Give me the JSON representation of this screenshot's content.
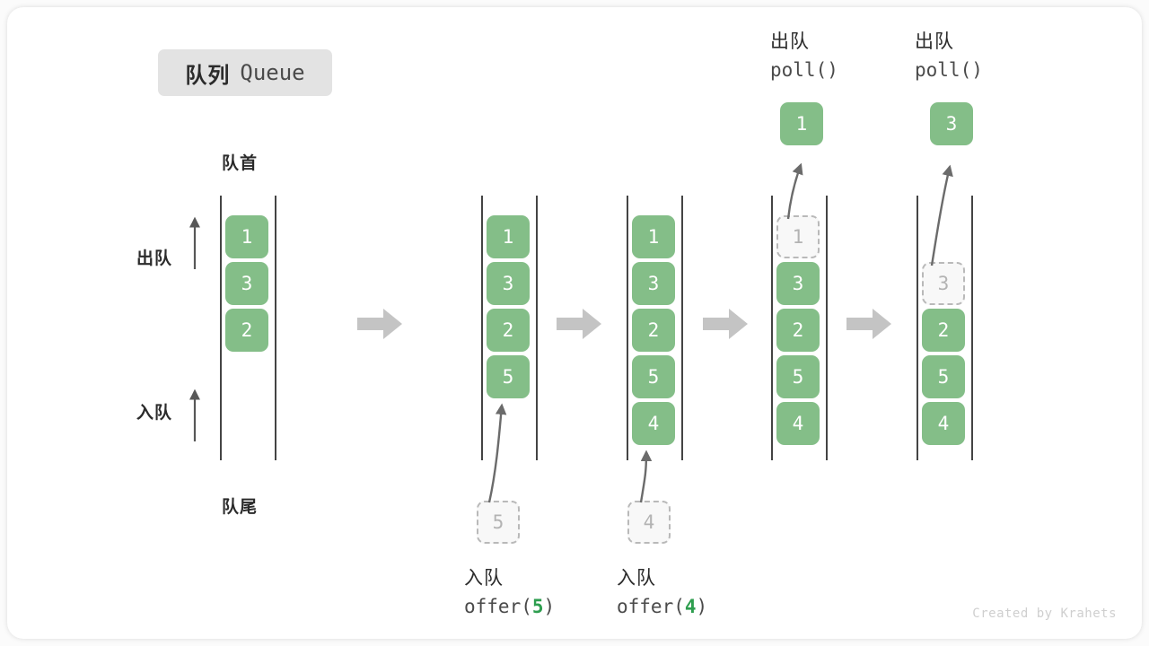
{
  "title": {
    "cn": "队列",
    "en": "Queue"
  },
  "side_labels": {
    "head": "队首",
    "tail": "队尾",
    "dequeue": "出队",
    "enqueue": "入队"
  },
  "credit": "Created by Krahets",
  "colors": {
    "element_fill": "#84be88",
    "element_text": "#ffffff",
    "ghost_fill": "#f8f8f8",
    "ghost_border": "#b9b9b9",
    "ghost_text": "#b3b3b3",
    "rail": "#444444",
    "badge_bg": "#e3e3e3",
    "flow_arrow": "#c4c4c4",
    "op_arrow": "#6b6b6b",
    "highlight": "#2e9e4f",
    "text_dark": "#2b2b2b",
    "credit": "#cfcfcf"
  },
  "steps": [
    {
      "id": "initial",
      "name": "initial-queue",
      "items": [
        {
          "value": "1",
          "state": "filled"
        },
        {
          "value": "3",
          "state": "filled"
        },
        {
          "value": "2",
          "state": "filled"
        }
      ],
      "caption_cn": "",
      "caption_code": "",
      "caption_arg": "",
      "popped": null,
      "incoming": null
    },
    {
      "id": "offer5",
      "name": "offer-5-result",
      "items": [
        {
          "value": "1",
          "state": "filled"
        },
        {
          "value": "3",
          "state": "filled"
        },
        {
          "value": "2",
          "state": "filled"
        },
        {
          "value": "5",
          "state": "filled"
        }
      ],
      "caption_cn": "入队",
      "caption_code": "offer(",
      "caption_arg": "5",
      "caption_code_end": ")",
      "popped": null,
      "incoming": {
        "value": "5",
        "state": "ghost"
      }
    },
    {
      "id": "offer4",
      "name": "offer-4-result",
      "items": [
        {
          "value": "1",
          "state": "filled"
        },
        {
          "value": "3",
          "state": "filled"
        },
        {
          "value": "2",
          "state": "filled"
        },
        {
          "value": "5",
          "state": "filled"
        },
        {
          "value": "4",
          "state": "filled"
        }
      ],
      "caption_cn": "入队",
      "caption_code": "offer(",
      "caption_arg": "4",
      "caption_code_end": ")",
      "popped": null,
      "incoming": {
        "value": "4",
        "state": "ghost"
      }
    },
    {
      "id": "poll1",
      "name": "poll-1-result",
      "items": [
        {
          "value": "1",
          "state": "ghost"
        },
        {
          "value": "3",
          "state": "filled"
        },
        {
          "value": "2",
          "state": "filled"
        },
        {
          "value": "5",
          "state": "filled"
        },
        {
          "value": "4",
          "state": "filled"
        }
      ],
      "caption_cn": "出队",
      "caption_code": "poll()",
      "caption_arg": "",
      "caption_code_end": "",
      "popped": {
        "value": "1",
        "state": "filled"
      },
      "incoming": null
    },
    {
      "id": "poll3",
      "name": "poll-3-result",
      "items": [
        {
          "value": "",
          "state": "empty"
        },
        {
          "value": "3",
          "state": "ghost"
        },
        {
          "value": "2",
          "state": "filled"
        },
        {
          "value": "5",
          "state": "filled"
        },
        {
          "value": "4",
          "state": "filled"
        }
      ],
      "caption_cn": "出队",
      "caption_code": "poll()",
      "caption_arg": "",
      "caption_code_end": "",
      "popped": {
        "value": "3",
        "state": "filled"
      },
      "incoming": null
    }
  ]
}
